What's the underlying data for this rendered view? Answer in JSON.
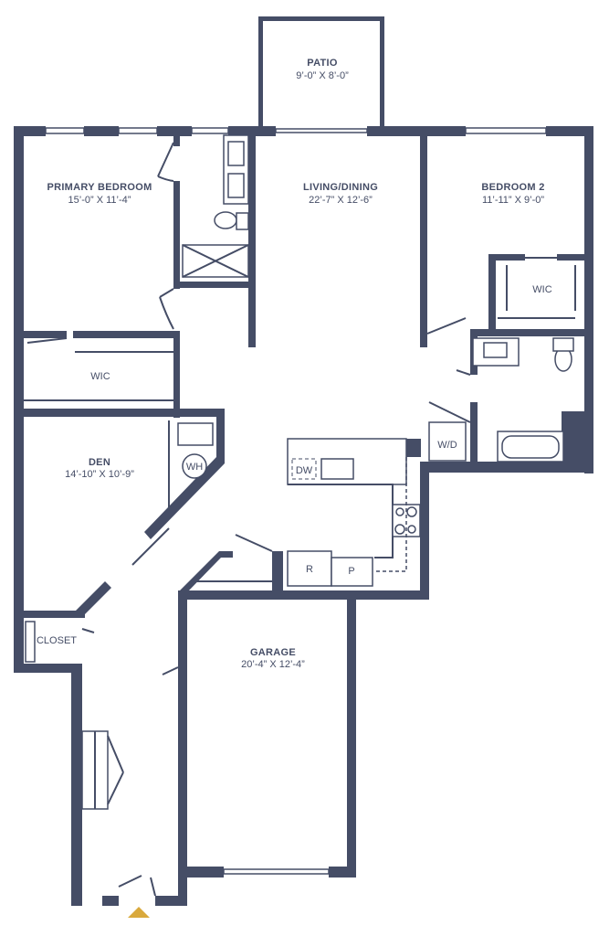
{
  "colors": {
    "wall": "#454d66",
    "entry_marker": "#d9a93c"
  },
  "rooms": {
    "patio": {
      "name": "PATIO",
      "dims": "9’-0” X 8’-0”"
    },
    "primary_bedroom": {
      "name": "PRIMARY BEDROOM",
      "dims": "15’-0” X 11’-4”"
    },
    "living_dining": {
      "name": "LIVING/DINING",
      "dims": "22’-7” X 12’-6”"
    },
    "bedroom_2": {
      "name": "BEDROOM 2",
      "dims": "11’-11” X 9’-0”"
    },
    "den": {
      "name": "DEN",
      "dims": "14’-10” X 10’-9”"
    },
    "garage": {
      "name": "GARAGE",
      "dims": "20’-4” X 12’-4”"
    }
  },
  "labels": {
    "wic_primary": "WIC",
    "wic_bedroom2": "WIC",
    "closet": "CLOSET",
    "water_heater": "WH",
    "dishwasher": "DW",
    "washer_dryer": "W/D",
    "refrigerator": "R",
    "pantry": "P"
  }
}
